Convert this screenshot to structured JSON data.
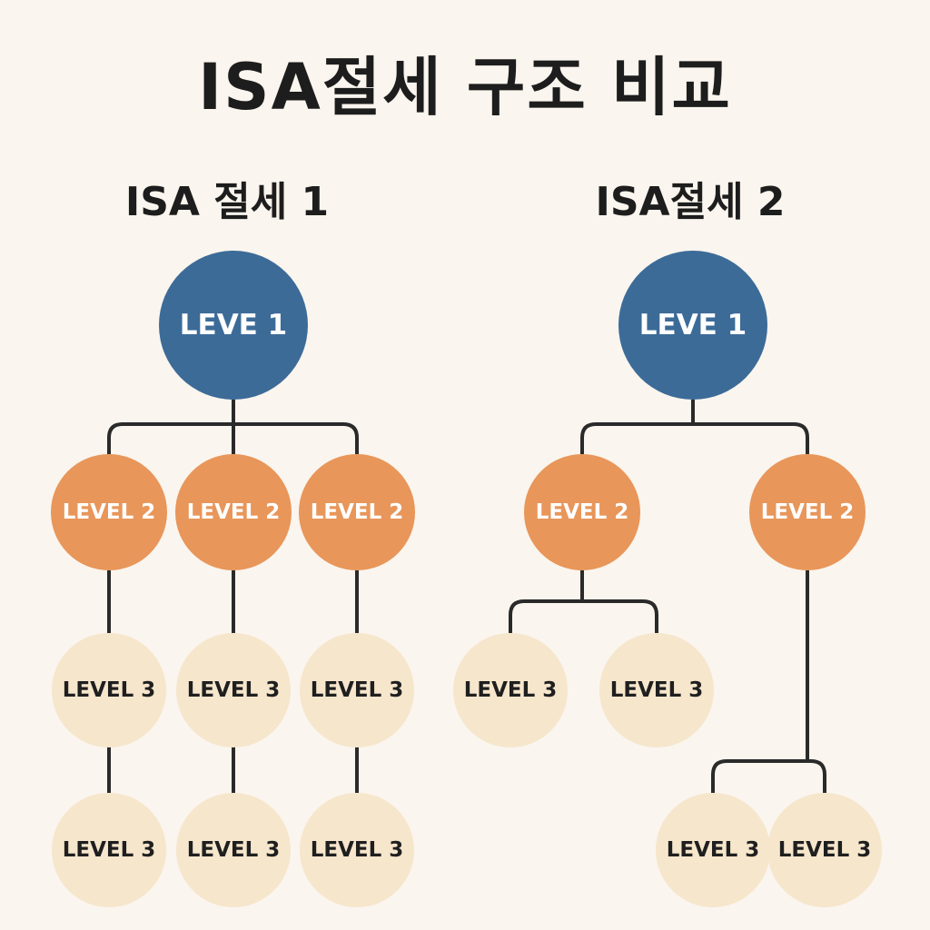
{
  "title": "ISA절세 구조 비교",
  "colors": {
    "background": "#faf5ee",
    "level1": "#3c6b98",
    "level2": "#e8965a",
    "level3": "#f6e6cc",
    "connector": "#2a2a2a"
  },
  "diagram1": {
    "title": "ISA 절세 1",
    "level1_label": "LEVE 1",
    "level2_labels": [
      "LEVEL 2",
      "LEVEL 2",
      "LEVEL 2"
    ],
    "level3_row1_labels": [
      "LEVEL 3",
      "LEVEL 3",
      "LEVEL 3"
    ],
    "level3_row2_labels": [
      "LEVEL 3",
      "LEVEL 3",
      "LEVEL 3"
    ]
  },
  "diagram2": {
    "title": "ISA절세 2",
    "level1_label": "LEVE 1",
    "level2_labels": [
      "LEVEL 2",
      "LEVEL 2"
    ],
    "level3_left_labels": [
      "LEVEL 3",
      "LEVEL 3"
    ],
    "level3_right_labels": [
      "LEVEL 3",
      "LEVEL 3"
    ]
  }
}
